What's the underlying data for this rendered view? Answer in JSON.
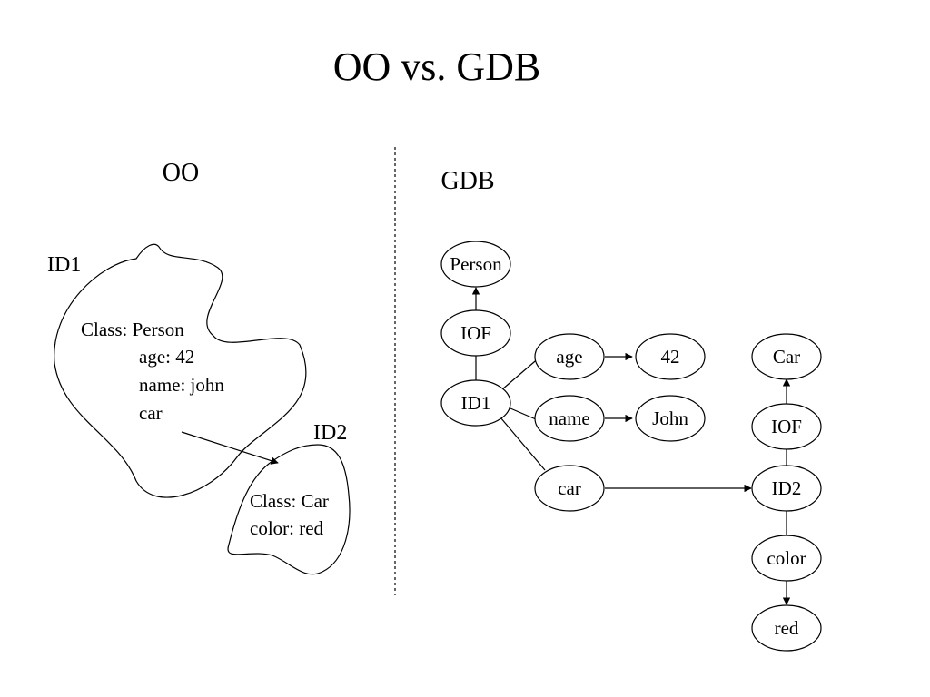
{
  "title": "OO vs. GDB",
  "oo": {
    "heading": "OO",
    "id1": {
      "label": "ID1",
      "class_line": "Class: Person",
      "attrs": [
        "age: 42",
        "name: john",
        "car"
      ]
    },
    "id2": {
      "label": "ID2",
      "class_line": "Class: Car",
      "attrs": [
        "color: red"
      ]
    }
  },
  "gdb": {
    "heading": "GDB",
    "nodes": {
      "person": "Person",
      "iof1": "IOF",
      "id1": "ID1",
      "age": "age",
      "v42": "42",
      "name": "name",
      "john": "John",
      "car_edge": "car",
      "car_class": "Car",
      "iof2": "IOF",
      "id2": "ID2",
      "color": "color",
      "red": "red"
    }
  }
}
